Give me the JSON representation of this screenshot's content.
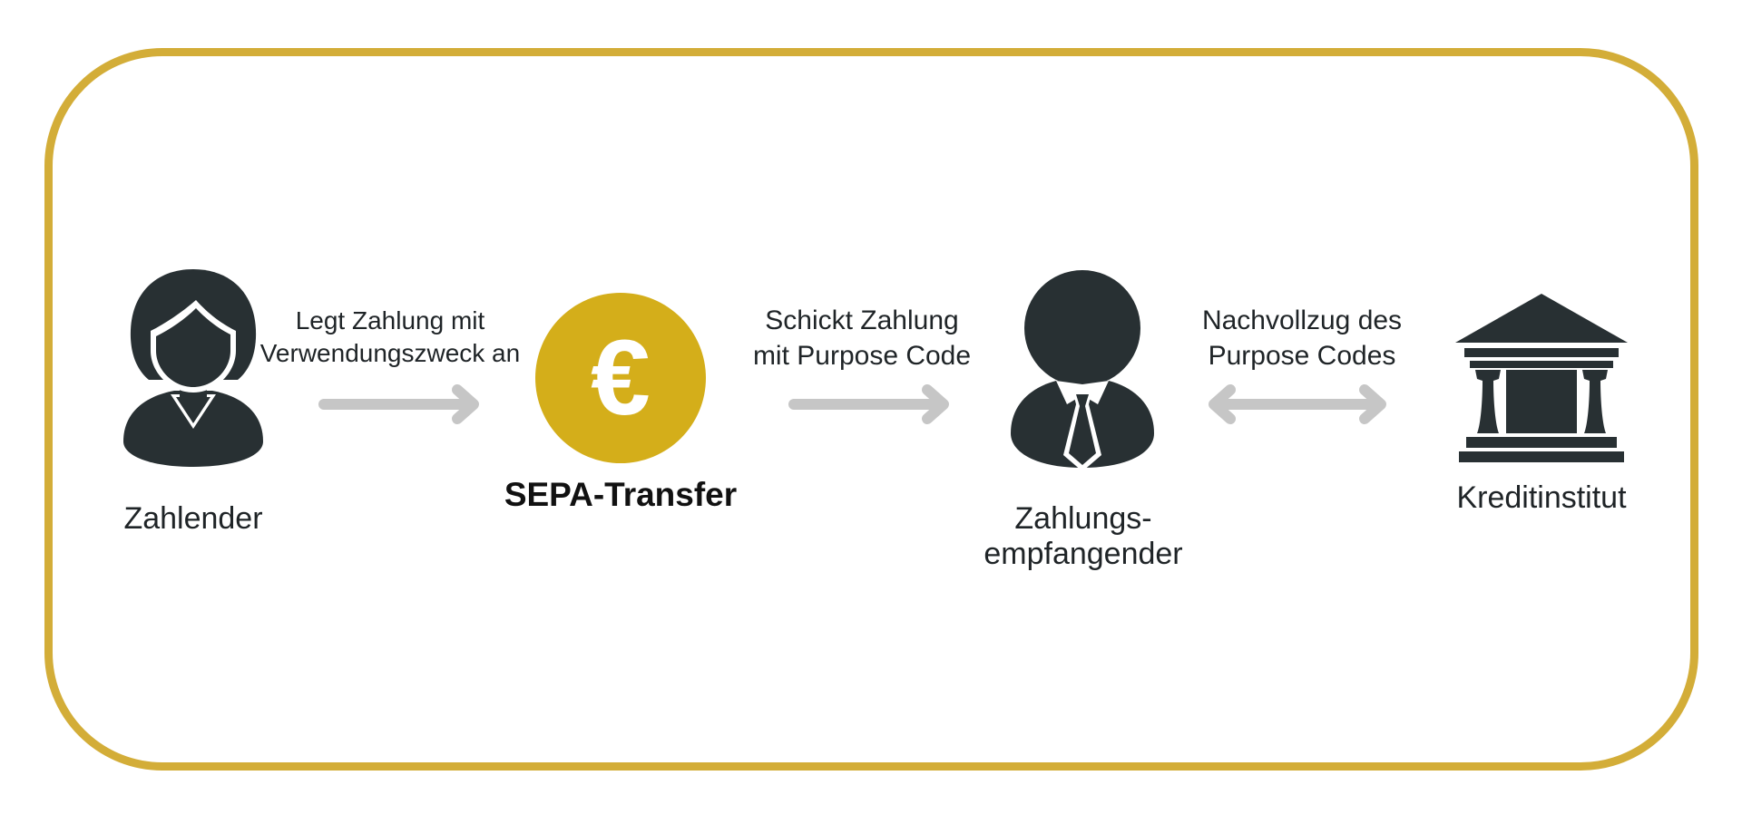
{
  "colors": {
    "frame": "#d3ad38",
    "coin": "#d4ae1a",
    "icon_dark": "#283033",
    "arrow": "#c6c6c6",
    "text": "#1f2427"
  },
  "nodes": {
    "payer": {
      "label": "Zahlender",
      "icon": "woman-user-icon"
    },
    "transfer": {
      "label": "SEPA-Transfer",
      "icon": "euro-coin-icon",
      "symbol": "€"
    },
    "payee": {
      "label_line1": "Zahlungs-",
      "label_line2": "empfangender",
      "icon": "businessman-icon"
    },
    "bank": {
      "label": "Kreditinstitut",
      "icon": "bank-building-icon"
    }
  },
  "edges": {
    "payer_to_transfer": {
      "line1": "Legt Zahlung mit",
      "line2": "Verwendungszweck an",
      "direction": "right"
    },
    "transfer_to_payee": {
      "line1": "Schickt Zahlung",
      "line2": "mit Purpose Code",
      "direction": "right"
    },
    "payee_to_bank": {
      "line1": "Nachvollzug des",
      "line2": "Purpose Codes",
      "direction": "both"
    }
  }
}
